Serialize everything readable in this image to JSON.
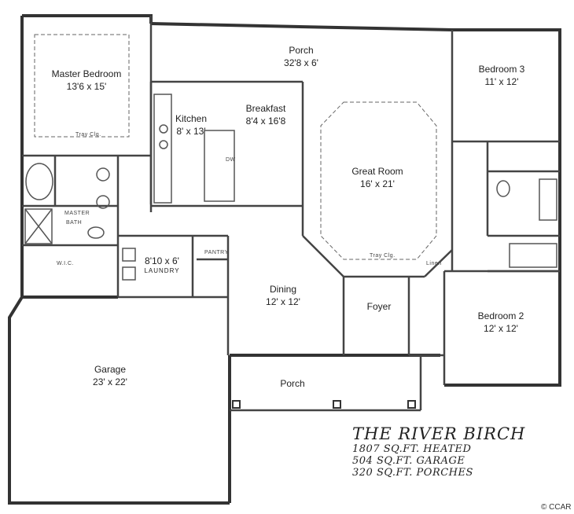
{
  "rooms": {
    "porch_top": {
      "name": "Porch",
      "size": "32'8 x 6'"
    },
    "master_bedroom": {
      "name": "Master Bedroom",
      "size": "13'6 x 15'"
    },
    "bedroom3": {
      "name": "Bedroom 3",
      "size": "11' x 12'"
    },
    "kitchen": {
      "name": "Kitchen",
      "size": "8' x 13'"
    },
    "breakfast": {
      "name": "Breakfast",
      "size": "8'4 x 16'8"
    },
    "great_room": {
      "name": "Great Room",
      "size": "16' x 21'"
    },
    "laundry": {
      "size": "8'10 x 6'",
      "name": "LAUNDRY"
    },
    "dining": {
      "name": "Dining",
      "size": "12' x 12'"
    },
    "foyer": {
      "name": "Foyer"
    },
    "bedroom2": {
      "name": "Bedroom 2",
      "size": "12' x 12'"
    },
    "garage": {
      "name": "Garage",
      "size": "23' x 22'"
    },
    "porch_bottom": {
      "name": "Porch"
    }
  },
  "small_labels": {
    "master_bath_1": "MASTER",
    "master_bath_2": "BATH",
    "wic": "W.I.C.",
    "pantry": "PANTRY",
    "tray_master": "Tray Clg.",
    "tray_great": "Tray Clg.",
    "linen": "Linen",
    "dw": "DW"
  },
  "title_block": {
    "title": "THE RIVER BIRCH",
    "heated": "1807 SQ.FT. HEATED",
    "garage": "504 SQ.FT. GARAGE",
    "porches": "320 SQ.FT. PORCHES"
  },
  "watermark": "© CCAR"
}
